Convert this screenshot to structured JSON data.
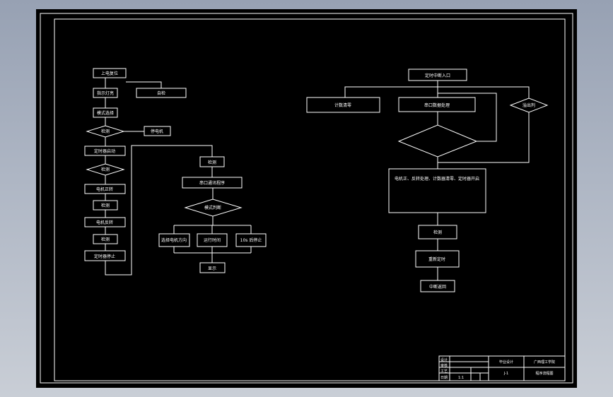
{
  "flowchart": {
    "nodes": {
      "start_up": "上电复位",
      "led_indicate": "指示灯亮",
      "self_check": "自检",
      "mode_select": "模式选择",
      "stop_motor": "停电机",
      "timer_start": "定时器启动",
      "sense": "检测",
      "motor_forward": "电机正转",
      "check_a": "检测",
      "motor_reverse": "电机反转",
      "check_b": "检测",
      "timer_stop": "定时器停止",
      "input_check": "检测",
      "comm_program": "串口通讯程序",
      "mode_decide": "模式判断",
      "branch_a": "选择电机方向",
      "branch_b": "运行时间",
      "branch_c": "10s 后停止",
      "display": "显示",
      "interrupt_entry": "定时中断入口",
      "counter_reset": "计数清零",
      "serial_handler": "串口数据处理",
      "overflow_check": "溢出判",
      "process_block": "电机正、反转处理、计数器清零、定时器开启",
      "check_c": "检测",
      "restart_timer": "重新定时",
      "return": "中断返回"
    }
  },
  "title_block": {
    "designer": "设计",
    "checker": "审核",
    "process": "工艺",
    "date": "日期",
    "school": "广西理工学院",
    "drawing_title": "程序流程图",
    "drawing_no": "J-1",
    "scale": "1:1",
    "project": "毕业设计"
  }
}
